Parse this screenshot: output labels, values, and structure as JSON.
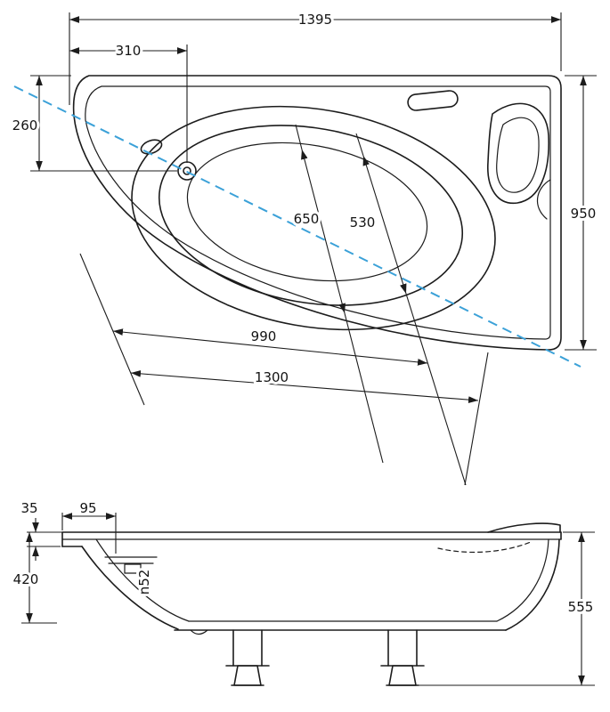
{
  "title": "Corner bathtub technical dimension drawing",
  "colors": {
    "line": "#1c1c1c",
    "centerline": "#3ba1d8"
  },
  "top_view": {
    "dims": {
      "overall_length": "1395",
      "tap_offset_x": "310",
      "tap_offset_y": "260",
      "overall_width": "950",
      "basin_width_wide": "650",
      "basin_width_narrow": "530",
      "basin_length": "990",
      "inner_length": "1300"
    }
  },
  "side_view": {
    "dims": {
      "rim_thickness": "35",
      "rim_width": "95",
      "inner_depth": "420",
      "drain_diameter": "n52",
      "total_height": "555"
    }
  }
}
